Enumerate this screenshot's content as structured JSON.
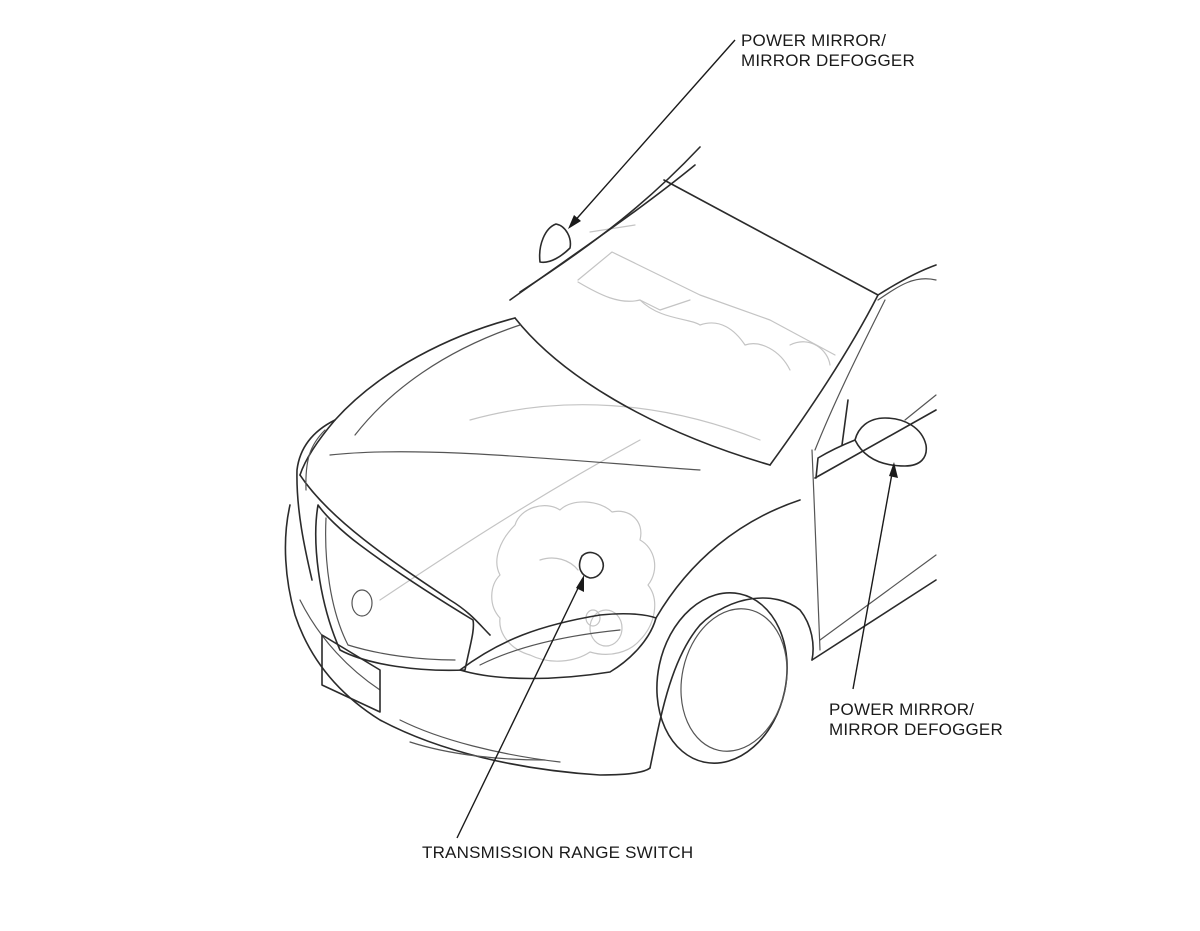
{
  "callouts": {
    "power_mirror_left": {
      "line1": "POWER MIRROR/",
      "line2": "MIRROR DEFOGGER"
    },
    "power_mirror_right": {
      "line1": "POWER MIRROR/",
      "line2": "MIRROR DEFOGGER"
    },
    "transmission_range_switch": {
      "label": "TRANSMISSION RANGE SWITCH"
    }
  },
  "colors": {
    "outline": "#2b2b2b",
    "ghost": "#c4c4c4",
    "leader": "#1a1a1a",
    "background": "#ffffff"
  }
}
